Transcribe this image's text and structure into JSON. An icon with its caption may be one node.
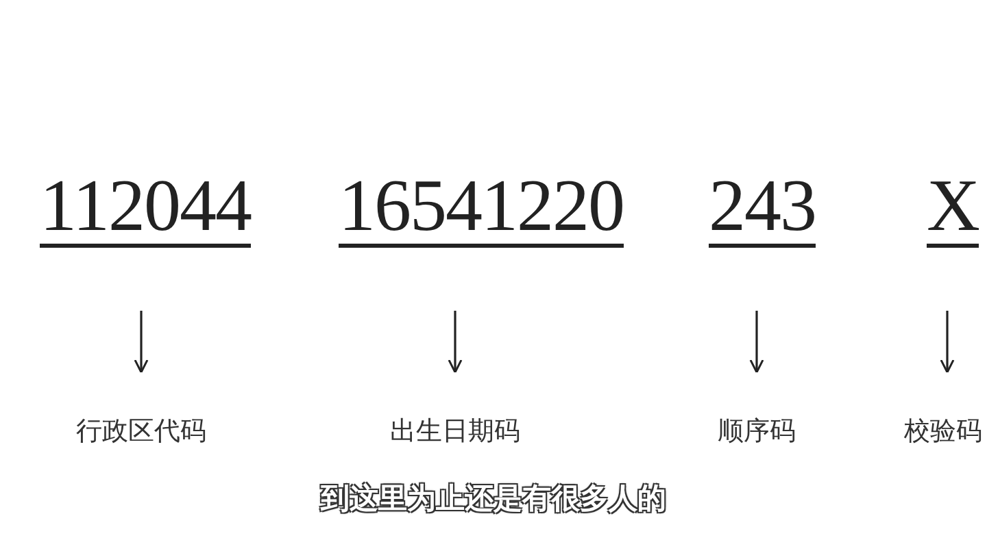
{
  "diagram": {
    "nodes": [
      {
        "text": [
          "112044"
        ]
      },
      {
        "text": [
          "16541220"
        ]
      },
      {
        "text": [
          "243"
        ]
      },
      {
        "text": [
          "X"
        ]
      },
      {
        "text": [
          "行政区代码"
        ]
      },
      {
        "text": [
          "出生日期码"
        ]
      },
      {
        "text": [
          "顺序码"
        ]
      },
      {
        "text": [
          "校验码"
        ]
      }
    ],
    "edges": [
      {
        "from": 0,
        "to": 4,
        "arrow": "to"
      },
      {
        "from": 1,
        "to": 5,
        "arrow": "to"
      },
      {
        "from": 2,
        "to": 6,
        "arrow": "to"
      },
      {
        "from": 3,
        "to": 7,
        "arrow": "to"
      }
    ],
    "labels": [
      "到这里为止还是有很多人的"
    ]
  }
}
